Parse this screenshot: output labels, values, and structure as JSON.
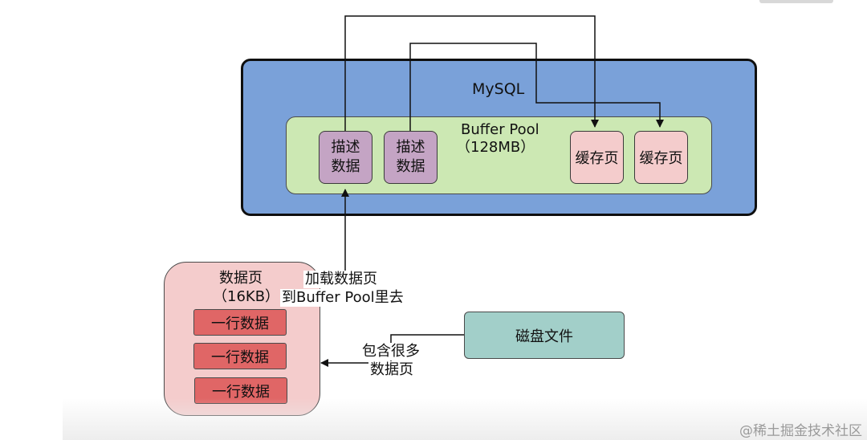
{
  "mysql": {
    "label": "MySQL"
  },
  "buffer_pool": {
    "label": "Buffer Pool",
    "size": "（128MB）"
  },
  "description_blocks": [
    {
      "line1": "描述",
      "line2": "数据"
    },
    {
      "line1": "描述",
      "line2": "数据"
    }
  ],
  "cache_pages": [
    {
      "label": "缓存页"
    },
    {
      "label": "缓存页"
    }
  ],
  "data_page": {
    "title": "数据页",
    "size": "（16KB）",
    "rows": [
      "一行数据",
      "一行数据",
      "一行数据"
    ]
  },
  "load_label": {
    "line1": "加载数据页",
    "line2": "到Buffer Pool里去"
  },
  "disk_file": {
    "label": "磁盘文件"
  },
  "contains_label": {
    "line1": "包含很多",
    "line2": "数据页"
  },
  "watermark": "@稀土掘金技术社区",
  "colors": {
    "mysql_fill": "#7aa1d9",
    "buffer_pool_fill": "#cce8b3",
    "description_fill": "#c4a4c4",
    "cache_page_fill": "#f4cccc",
    "data_page_fill": "#f4cccc",
    "row_fill": "#e06666",
    "disk_fill": "#a2cfc9"
  }
}
